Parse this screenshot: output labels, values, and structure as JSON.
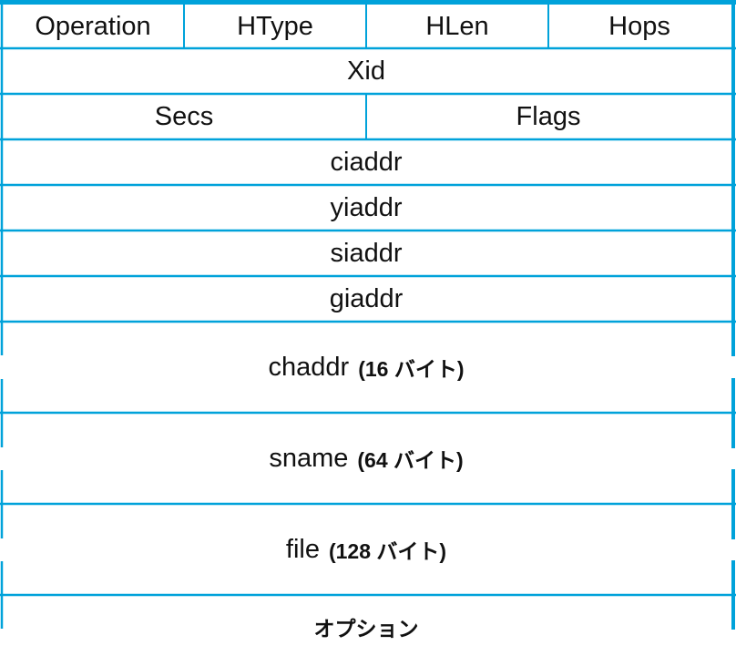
{
  "line_color": "#00a2da",
  "rows": {
    "row1": [
      "Operation",
      "HType",
      "HLen",
      "Hops"
    ],
    "xid": "Xid",
    "row3": [
      "Secs",
      "Flags"
    ],
    "ciaddr": "ciaddr",
    "yiaddr": "yiaddr",
    "siaddr": "siaddr",
    "giaddr": "giaddr",
    "chaddr": {
      "name": "chaddr",
      "size": "(16 バイト)"
    },
    "sname": {
      "name": "sname",
      "size": "(64 バイト)"
    },
    "file": {
      "name": "file",
      "size": "(128 バイト)"
    },
    "options": "オプション"
  }
}
